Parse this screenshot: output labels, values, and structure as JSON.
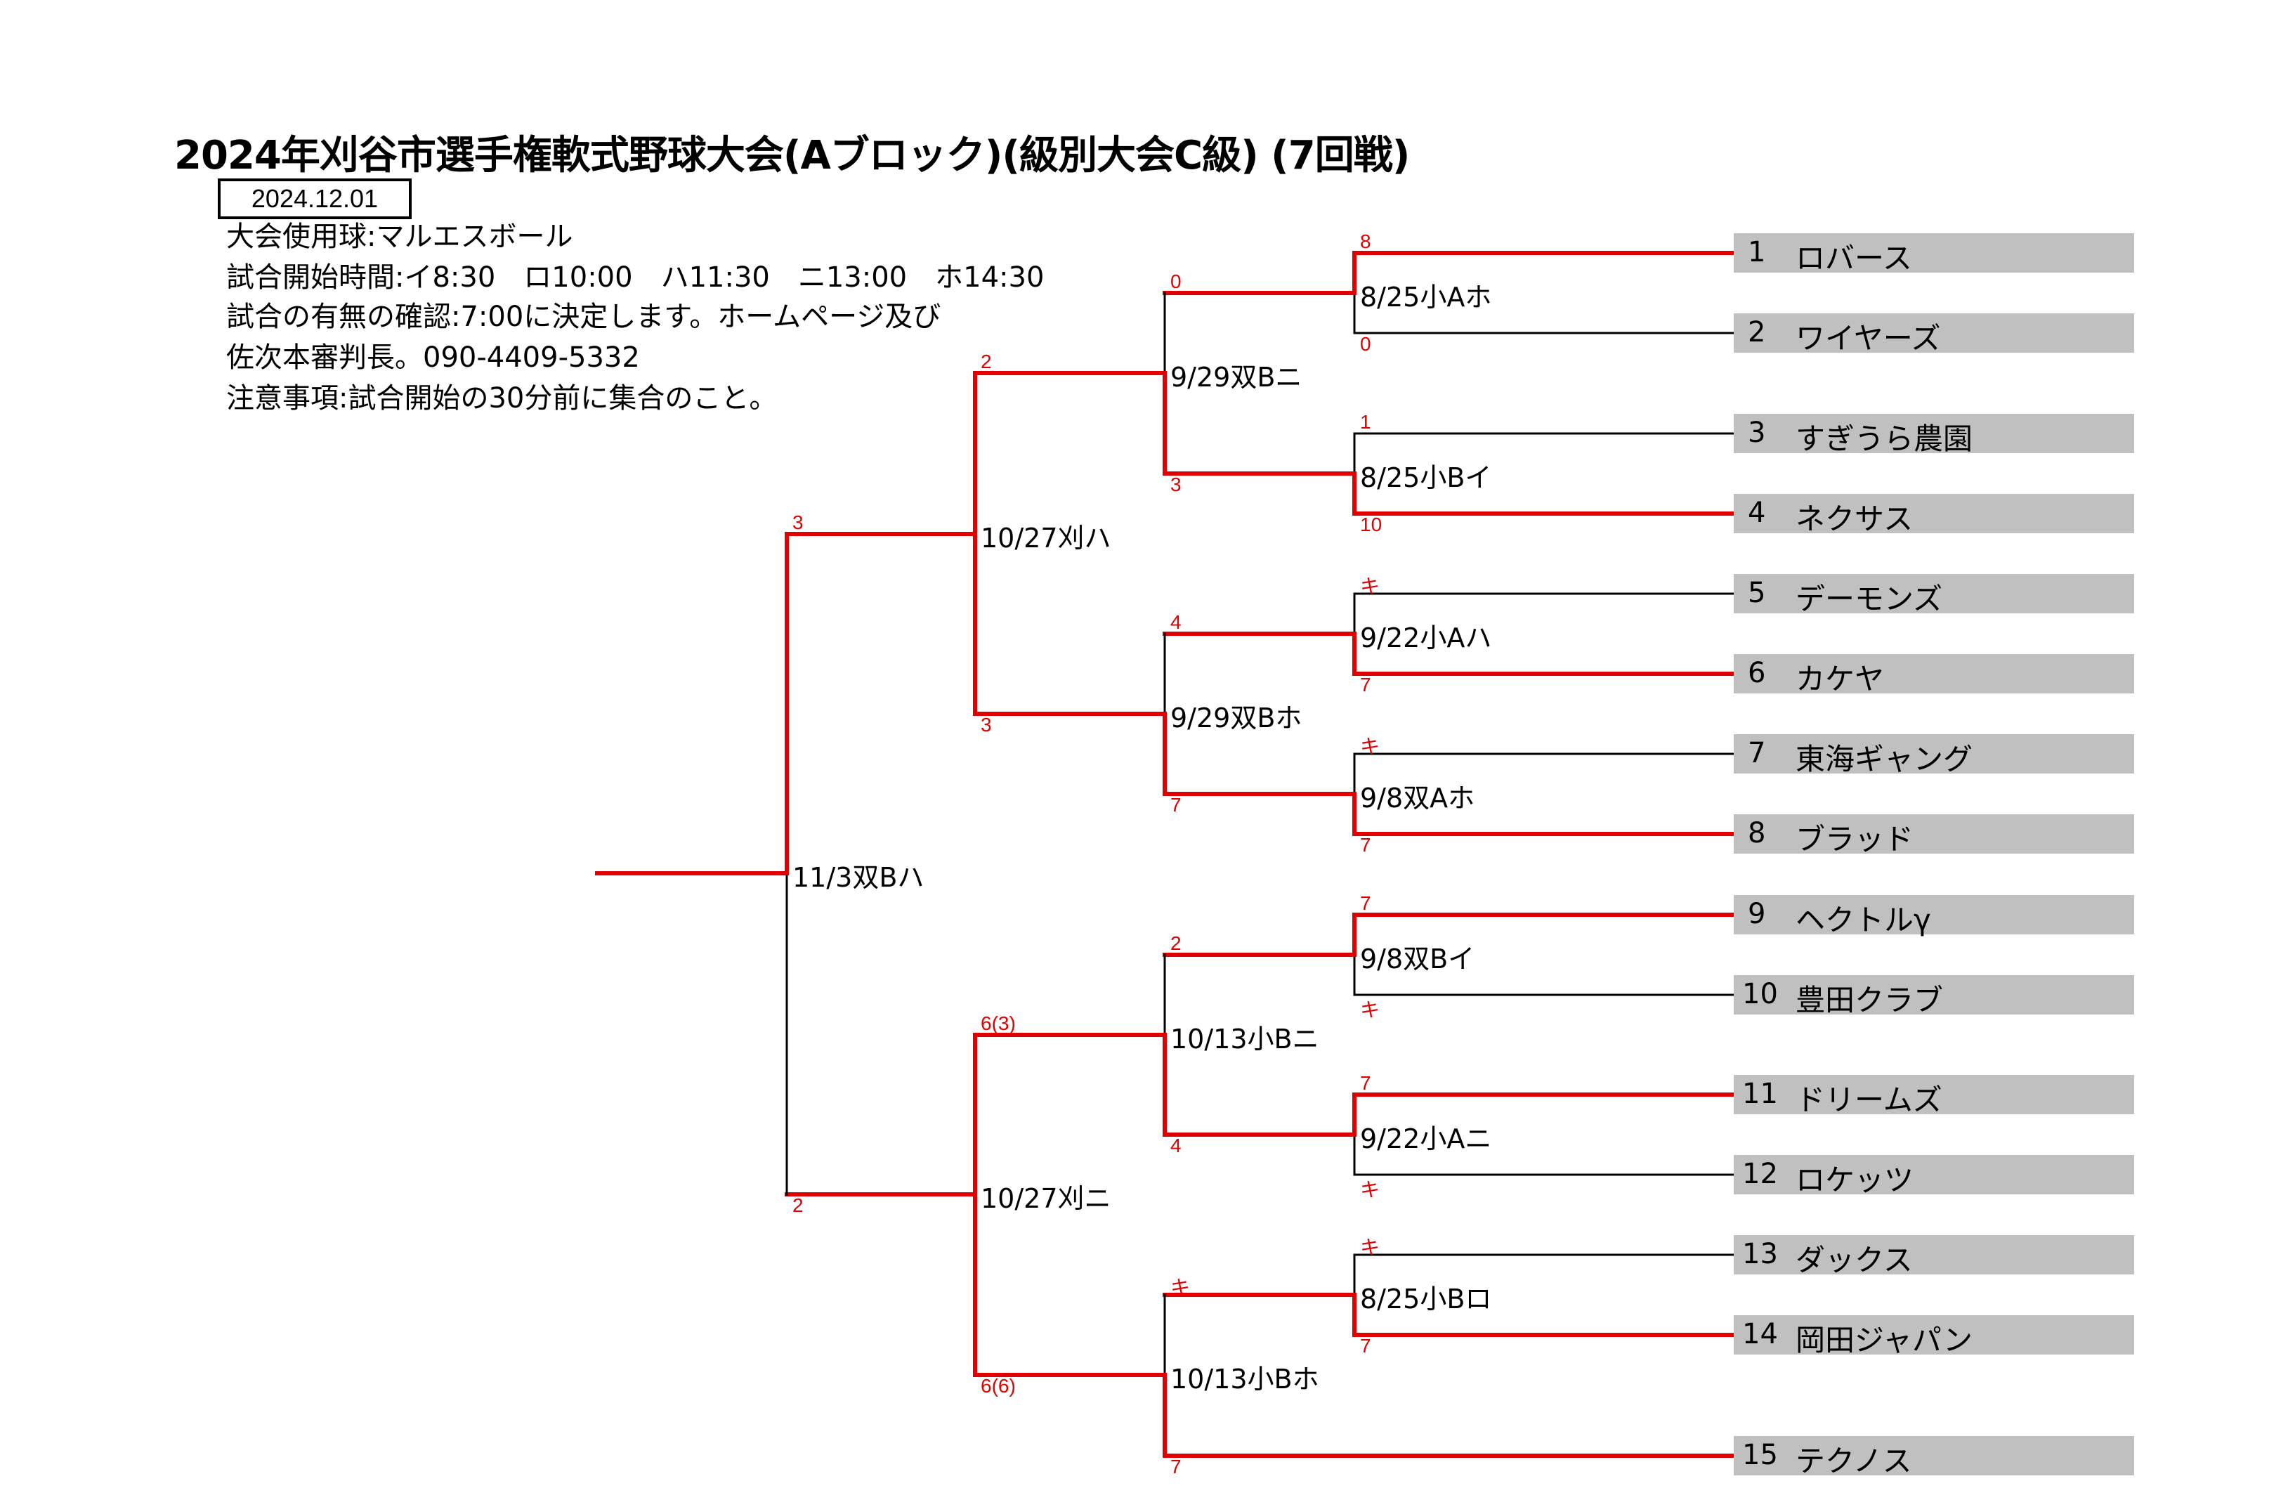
{
  "header": {
    "title": "2024年刈谷市選手権軟式野球大会(Aブロック)(級別大会C級) (7回戦)",
    "date": "2024.12.01",
    "info_lines": [
      "大会使用球:マルエスボール",
      "試合開始時間:イ8:30　ロ10:00　ハ11:30　ニ13:00　ホ14:30",
      "試合の有無の確認:7:00に決定します。ホームページ及び",
      "佐次本審判長。090-4409-5332",
      "注意事項:試合開始の30分前に集合のこと。"
    ]
  },
  "teams": [
    {
      "num": "1",
      "name": "ロバース"
    },
    {
      "num": "2",
      "name": "ワイヤーズ"
    },
    {
      "num": "3",
      "name": "すぎうら農園"
    },
    {
      "num": "4",
      "name": "ネクサス"
    },
    {
      "num": "5",
      "name": "デーモンズ"
    },
    {
      "num": "6",
      "name": "カケヤ"
    },
    {
      "num": "7",
      "name": "東海ギャング"
    },
    {
      "num": "8",
      "name": "ブラッド"
    },
    {
      "num": "9",
      "name": "ヘクトルγ"
    },
    {
      "num": "10",
      "name": "豊田クラブ"
    },
    {
      "num": "11",
      "name": "ドリームズ"
    },
    {
      "num": "12",
      "name": "ロケッツ"
    },
    {
      "num": "13",
      "name": "ダックス"
    },
    {
      "num": "14",
      "name": "岡田ジャパン"
    },
    {
      "num": "15",
      "name": "テクノス"
    }
  ],
  "matches": {
    "r1": [
      "8/25小Aホ",
      "8/25小Bイ",
      "9/22小Aハ",
      "9/8双Aホ",
      "9/8双Bイ",
      "9/22小Aニ",
      "8/25小Bロ"
    ],
    "r2": [
      "9/29双Bニ",
      "9/29双Bホ",
      "10/13小Bニ",
      "10/13小Bホ"
    ],
    "r3": [
      "10/27刈ハ",
      "10/27刈ニ"
    ],
    "final": "11/3双Bハ"
  },
  "scores": {
    "r1": [
      [
        "8",
        "0"
      ],
      [
        "1",
        "10"
      ],
      [
        "キ",
        "7"
      ],
      [
        "キ",
        "7"
      ],
      [
        "7",
        "キ"
      ],
      [
        "7",
        "キ"
      ],
      [
        "キ",
        "7"
      ]
    ],
    "r2": [
      [
        "0",
        "3"
      ],
      [
        "4",
        "7"
      ],
      [
        "2",
        "4"
      ],
      [
        "キ",
        "7"
      ]
    ],
    "r3": [
      [
        "2",
        "3"
      ],
      [
        "6(3)",
        "6(6)"
      ]
    ],
    "final": [
      "3",
      "2"
    ]
  },
  "colors": {
    "win_line": "#e00000",
    "line": "#000000",
    "team_bg": "#c0c0c0"
  }
}
